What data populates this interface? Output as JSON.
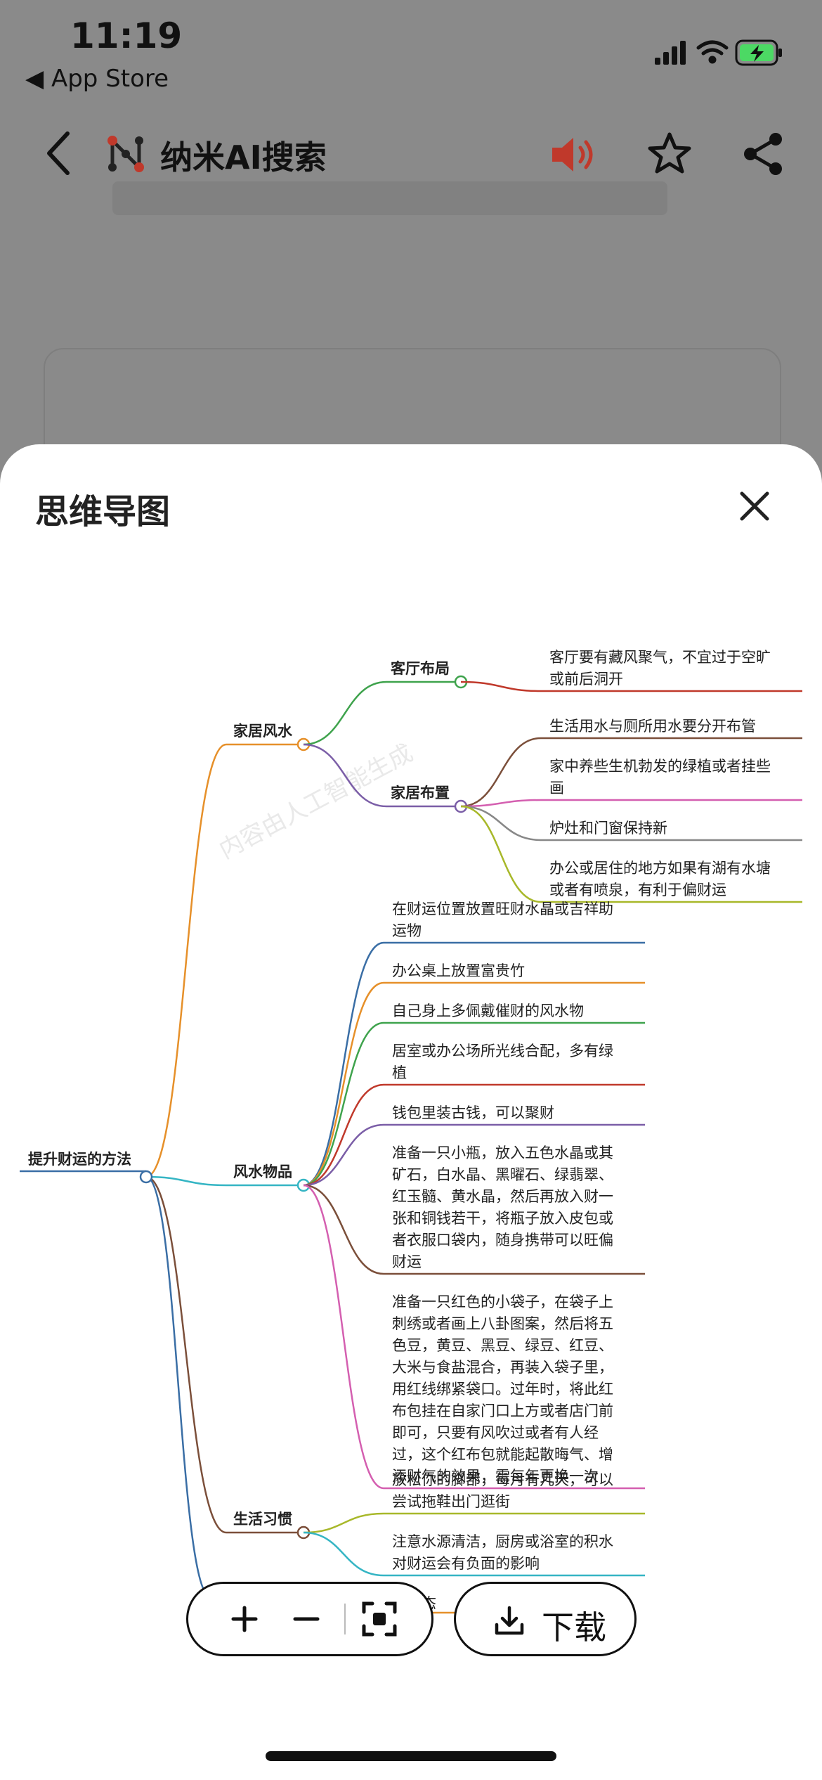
{
  "status_bar": {
    "time": "11:19",
    "back_app": "◀ App Store"
  },
  "header": {
    "title": "纳米AI搜索"
  },
  "sheet": {
    "title": "思维导图",
    "watermark": "内容由人工智能生成"
  },
  "mindmap": {
    "root": "提升财运的方法",
    "branches": [
      {
        "label": "家居风水",
        "children": [
          {
            "label": "客厅布局",
            "items": [
              [
                "客厅要有藏风聚气，不宜过于空旷",
                "或前后洞开"
              ]
            ]
          },
          {
            "label": "家居布置",
            "items": [
              [
                "生活用水与厕所用水要分开布管"
              ],
              [
                "家中养些生机勃发的绿植或者挂些",
                "画"
              ],
              [
                "炉灶和门窗保持新"
              ],
              [
                "办公或居住的地方如果有湖有水塘",
                "或者有喷泉，有利于偏财运"
              ]
            ]
          }
        ]
      },
      {
        "label": "风水物品",
        "items": [
          [
            "在财运位置放置旺财水晶或吉祥助",
            "运物"
          ],
          [
            "办公桌上放置富贵竹"
          ],
          [
            "自己身上多佩戴催财的风水物"
          ],
          [
            "居室或办公场所光线合配，多有绿",
            "植"
          ],
          [
            "钱包里装古钱，可以聚财"
          ],
          [
            "准备一只小瓶，放入五色水晶或其",
            "矿石，白水晶、黑曜石、绿翡翠、",
            "红玉髓、黄水晶，然后再放入财一",
            "张和铜钱若干，将瓶子放入皮包或",
            "者衣服口袋内，随身携带可以旺偏",
            "财运"
          ],
          [
            "准备一只红色的小袋子，在袋子上",
            "刺绣或者画上八卦图案，然后将五",
            "色豆，黄豆、黑豆、绿豆、红豆、",
            "大米与食盐混合，再装入袋子里，",
            "用红线绑紧袋口。过年时，将此红",
            "布包挂在自家门口上方或者店门前",
            "即可，只要有风吹过或者有人经",
            "过，这个红布包就能起散晦气、增",
            "添财气的效果，需每年更换一次"
          ]
        ]
      },
      {
        "label": "生活习惯",
        "items": [
          [
            "放松你的脚部，每月有几天，可以",
            "尝试拖鞋出门逛街"
          ],
          [
            "注意水源清洁，厨房或浴室的积水",
            "对财运会有负面的影响"
          ]
        ]
      }
    ],
    "partial_hidden_text": "态"
  },
  "toolbar": {
    "zoom_in": "+",
    "zoom_out": "−",
    "download_label": "下载"
  },
  "colors": {
    "accent_red": "#c0392b",
    "root_line": "#4a6fa5"
  }
}
